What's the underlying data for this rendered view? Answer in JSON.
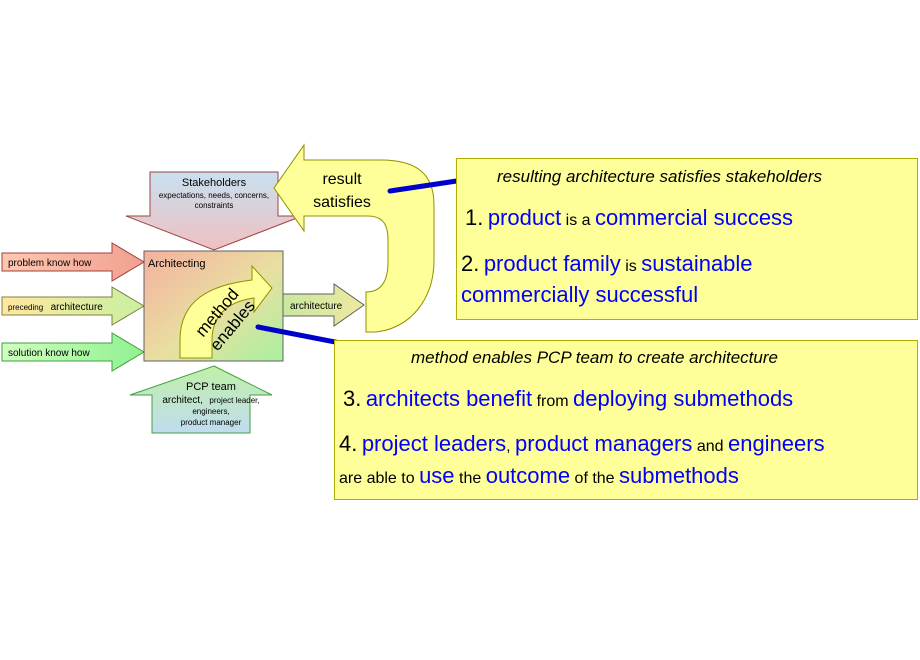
{
  "stakeholders": {
    "title": "Stakeholders",
    "detail_1": "expectations, needs, concerns,",
    "detail_2": "constraints"
  },
  "inputs": {
    "problem": "problem know how",
    "preceding_small": "preceding",
    "preceding_big": "architecture",
    "solution": "solution know how"
  },
  "architecting": {
    "title": "Architecting",
    "method_line_1": "method",
    "method_line_2": "enables"
  },
  "output": {
    "label": "architecture"
  },
  "result": {
    "line_1": "result",
    "line_2": "satisfies"
  },
  "pcp": {
    "title": "PCP team",
    "architect": "architect,",
    "project_leader": "project leader,",
    "engineers": "engineers,",
    "product_manager": "product manager"
  },
  "note_top": {
    "header": "resulting architecture satisfies stakeholders",
    "i1_num": "1.",
    "i1_a": "product",
    "i1_b": "is a",
    "i1_c": "commercial success",
    "i2_num": "2.",
    "i2_a": "product family",
    "i2_b": "is",
    "i2_c": "sustainable",
    "i2_d": "commercially successful"
  },
  "note_bottom": {
    "header": "method enables PCP team to create architecture",
    "i3_num": "3.",
    "i3_a": "architects benefit",
    "i3_b": "from",
    "i3_c": "deploying submethods",
    "i4_num": "4.",
    "i4_a": "project leaders",
    "i4_b": ",",
    "i4_c": "product managers",
    "i4_d": "and",
    "i4_e": "engineers",
    "i4_f": "are able to",
    "i4_g": "use",
    "i4_h": "the",
    "i4_i": "outcome",
    "i4_j": "of the",
    "i4_k": "submethods"
  },
  "colors": {
    "stakeholder_top": "#c8e0f0",
    "stakeholder_bottom": "#f0c0c0",
    "pcp_top": "#c0f0a8",
    "pcp_bottom": "#c0dcf0",
    "note_fill": "#ffff99",
    "callout_line": "#0000cc",
    "text_blue": "#0000ff"
  }
}
